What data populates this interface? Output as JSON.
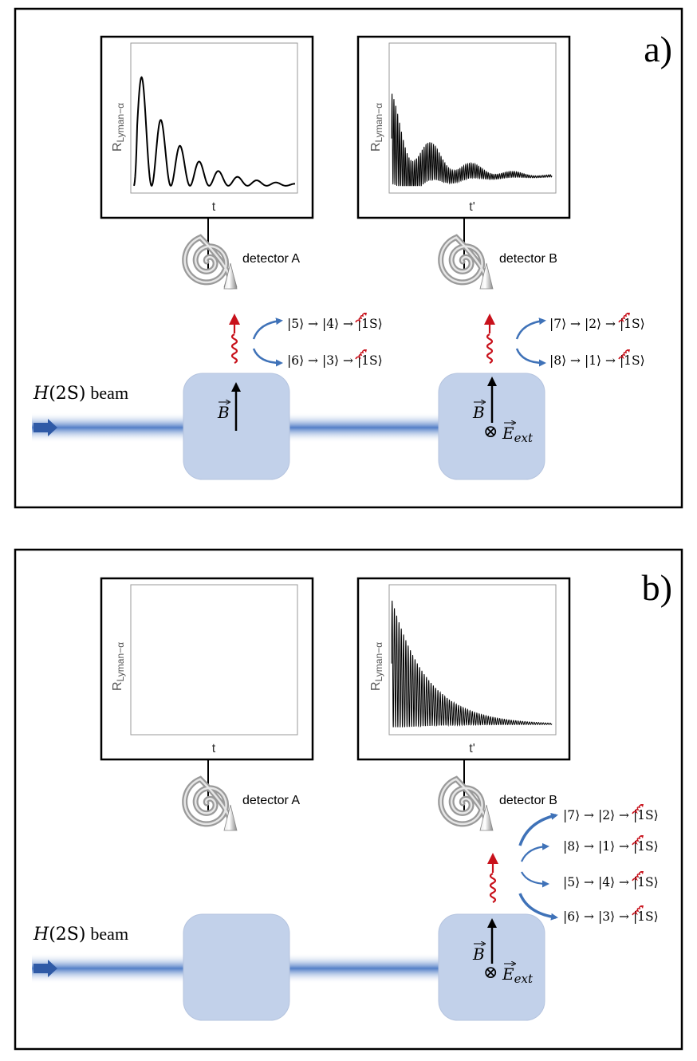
{
  "panels": [
    {
      "label": "a)",
      "beam_label_italic": "H",
      "beam_label_state": "(2S)",
      "beam_label_word": "beam",
      "box1": {
        "field_B": "B"
      },
      "box2": {
        "field_B": "B",
        "field_E": "E",
        "field_E_sub": "ext",
        "cross_symbol": "⊗"
      },
      "detectors": [
        {
          "label": "detector A",
          "y_axis": "R",
          "y_axis_sub": "Lyman−α",
          "x_axis": "t",
          "signal": "damped-slow"
        },
        {
          "label": "detector B",
          "y_axis": "R",
          "y_axis_sub": "Lyman−α",
          "x_axis": "t'",
          "signal": "beat-fast"
        }
      ],
      "transitions_A": [
        {
          "text": "|5⟩ → |4⟩ → |1S⟩"
        },
        {
          "text": "|6⟩ → |3⟩ → |1S⟩"
        }
      ],
      "transitions_B": [
        {
          "text": "|7⟩ → |2⟩ → |1S⟩"
        },
        {
          "text": "|8⟩ → |1⟩ → |1S⟩"
        }
      ]
    },
    {
      "label": "b)",
      "beam_label_italic": "H",
      "beam_label_state": "(2S)",
      "beam_label_word": "beam",
      "box1": {},
      "box2": {
        "field_B": "B",
        "field_E": "E",
        "field_E_sub": "ext",
        "cross_symbol": "⊗"
      },
      "detectors": [
        {
          "label": "detector A",
          "y_axis": "R",
          "y_axis_sub": "Lyman−α",
          "x_axis": "t",
          "signal": "none"
        },
        {
          "label": "detector B",
          "y_axis": "R",
          "y_axis_sub": "Lyman−α",
          "x_axis": "t'",
          "signal": "fast-decay"
        }
      ],
      "transitions_B": [
        {
          "text": "|7⟩ → |2⟩ → |1S⟩"
        },
        {
          "text": "|8⟩ → |1⟩ → |1S⟩"
        },
        {
          "text": "|5⟩ → |4⟩ → |1S⟩"
        },
        {
          "text": "|6⟩ → |3⟩ → |1S⟩"
        }
      ]
    }
  ],
  "colors": {
    "box_fill": "#c2d1ea",
    "beam": "#4a78c4",
    "arrow_blue": "#3f72b8",
    "photon_red": "#c8111b",
    "frame": "#000000"
  }
}
